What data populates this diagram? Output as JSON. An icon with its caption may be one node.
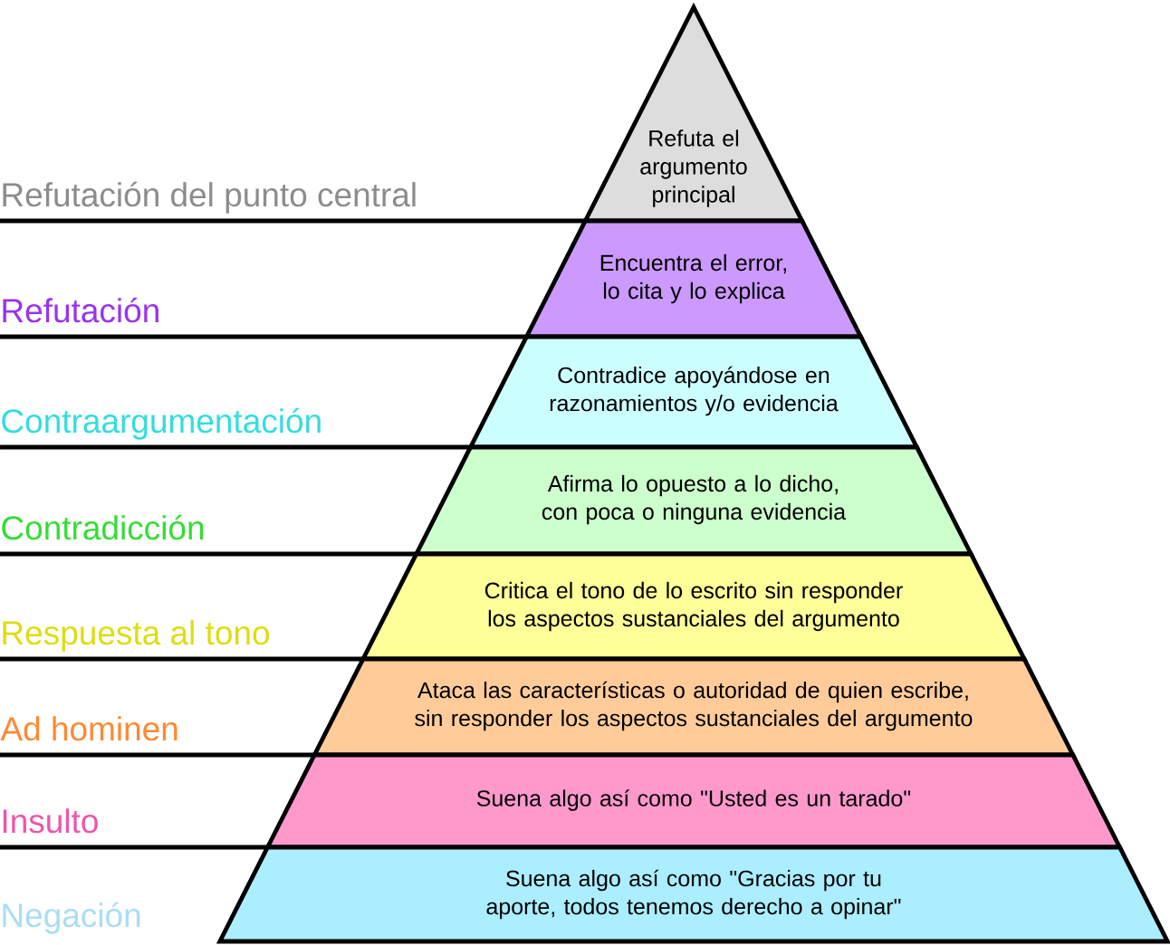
{
  "diagram": {
    "nodes": [
      {
        "text": [
          "Refuta el argumento principal"
        ]
      },
      {
        "text": [
          "Encuentra el error, lo cita y lo explica"
        ]
      },
      {
        "text": [
          "Contradice apoyándose en razonamientos y/o evidencia"
        ]
      },
      {
        "text": [
          "Afirma lo opuesto a lo dicho, con poca o ninguna evidencia"
        ]
      },
      {
        "text": [
          "Critica el tono de lo escrito sin responder los aspectos sustanciales del argumento"
        ]
      },
      {
        "text": [
          "Ataca las características o autoridad de quien escribe, sin responder los aspectos sustanciales del argumento"
        ]
      },
      {
        "text": [
          "Suena algo así como \"Usted es un tarado\""
        ]
      },
      {
        "text": [
          "Suena algo así como \"Gracias por tu aporte, todos tenemos derecho a opinar\""
        ]
      }
    ],
    "labels": [
      "Refutación del punto central",
      "Refutación",
      "Contraargumentación",
      "Contradicción",
      "Respuesta al tono",
      "Ad hominen",
      "Insulto",
      "Negación"
    ]
  }
}
